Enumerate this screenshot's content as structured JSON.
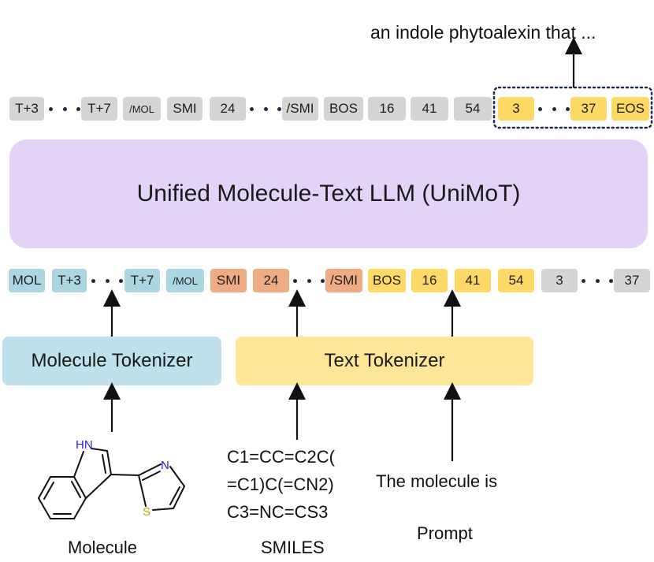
{
  "output_text": "an indole phytoalexin that ...",
  "output_tokens": [
    {
      "label": "T+3",
      "color": "gray"
    },
    {
      "label": "T+7",
      "color": "gray"
    },
    {
      "label": "/MOL",
      "color": "gray"
    },
    {
      "label": "SMI",
      "color": "gray"
    },
    {
      "label": "24",
      "color": "gray"
    },
    {
      "label": "/SMI",
      "color": "gray"
    },
    {
      "label": "BOS",
      "color": "gray"
    },
    {
      "label": "16",
      "color": "gray"
    },
    {
      "label": "41",
      "color": "gray"
    },
    {
      "label": "54",
      "color": "gray"
    },
    {
      "label": "3",
      "color": "yellow"
    },
    {
      "label": "37",
      "color": "yellow"
    },
    {
      "label": "EOS",
      "color": "yellow"
    }
  ],
  "model_title": "Unified Molecule-Text LLM (UniMoT)",
  "input_tokens": [
    {
      "label": "MOL",
      "color": "blue"
    },
    {
      "label": "T+3",
      "color": "blue"
    },
    {
      "label": "T+7",
      "color": "blue"
    },
    {
      "label": "/MOL",
      "color": "blue"
    },
    {
      "label": "SMI",
      "color": "orange"
    },
    {
      "label": "24",
      "color": "orange"
    },
    {
      "label": "/SMI",
      "color": "orange"
    },
    {
      "label": "BOS",
      "color": "yellow"
    },
    {
      "label": "16",
      "color": "yellow"
    },
    {
      "label": "41",
      "color": "yellow"
    },
    {
      "label": "54",
      "color": "yellow"
    },
    {
      "label": "3",
      "color": "gray"
    },
    {
      "label": "37",
      "color": "gray"
    }
  ],
  "molecule_tokenizer": "Molecule Tokenizer",
  "text_tokenizer": "Text Tokenizer",
  "smiles_lines": [
    "C1=CC=C2C(",
    "=C1)C(=CN2)",
    "C3=NC=CS3"
  ],
  "prompt_text": "The molecule is",
  "atom_labels": {
    "nh": "HN",
    "n": "N",
    "s": "S"
  },
  "captions": {
    "molecule": "Molecule",
    "smiles": "SMILES",
    "prompt": "Prompt"
  },
  "colors": {
    "gray": "#d5d5d5",
    "blue": "#acd6e2",
    "orange": "#efac82",
    "yellow": "#ffd966",
    "model": "#e3d4f7",
    "molecule_tokenizer": "#bfe1ec",
    "text_tokenizer": "#ffe699",
    "dots": "#1f2a44"
  }
}
